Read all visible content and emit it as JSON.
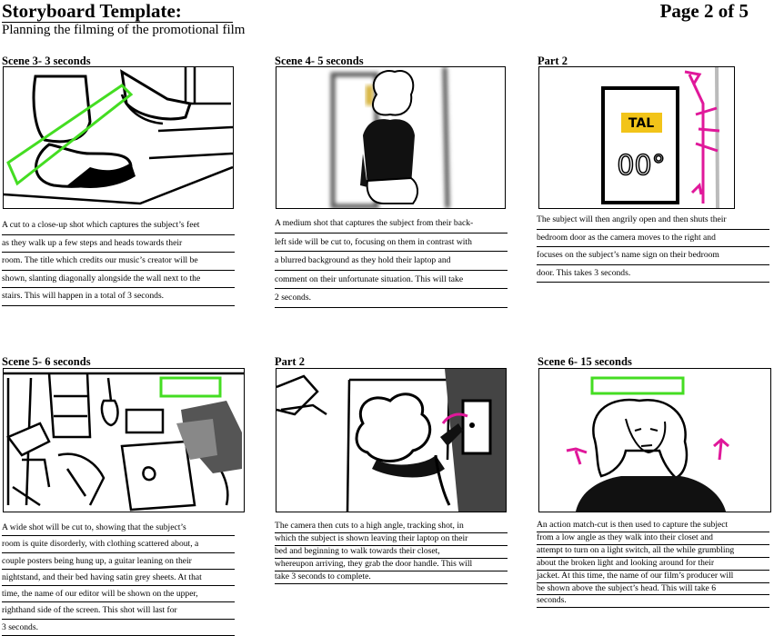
{
  "header": {
    "title": "Storyboard Template:",
    "subtitle": "Planning the filming of the promotional film",
    "page": "Page 2 of 5"
  },
  "panels": [
    {
      "label": "Scene 3- 3 seconds",
      "lines": [
        "A cut to a close-up shot which captures the subject’s feet",
        "as they walk up a few steps and heads towards their",
        "room. The title which credits our music’s creator will be",
        "shown, slanting diagonally alongside the wall next to the",
        "stairs. This will happen in a total of 3 seconds."
      ]
    },
    {
      "label": "Scene 4- 5 seconds",
      "lines": [
        "A medium shot that captures the subject from their back-",
        "left side will be cut to, focusing on them in contrast with",
        "a blurred background as they hold their laptop and",
        "comment on their unfortunate situation. This will take",
        "2 seconds."
      ]
    },
    {
      "label": "Part 2",
      "lines": [
        "The subject will then angrily open and then shuts their",
        "bedroom door as the camera moves to the right and",
        "focuses on the subject’s name sign on their bedroom",
        "door. This takes 3 seconds."
      ]
    },
    {
      "label": "Scene 5- 6 seconds",
      "lines": [
        "A wide shot will be cut to, showing that the subject’s",
        "room is quite disorderly, with clothing scattered about, a",
        "couple posters being hung up, a guitar leaning on their",
        "nightstand, and their bed having satin grey sheets. At that",
        "time, the name of our editor will be shown on the upper,",
        "righthand side of the screen. This shot will last for",
        "3 seconds."
      ]
    },
    {
      "label": "Part 2",
      "lines": [
        "The camera then cuts to a high angle, tracking shot, in",
        "which the subject is shown leaving their laptop on their",
        "bed and beginning to walk towards their closet,",
        "whereupon arriving, they grab the door handle. This will",
        "take 3 seconds to complete."
      ]
    },
    {
      "label": "Scene 6- 15 seconds",
      "lines": [
        "An action match-cut is then used to capture the subject",
        "from a low angle as they walk into their closet and",
        "attempt to turn on a light switch, all the while grumbling",
        "about the broken light and looking around for their",
        "jacket. At this time, the name of our film’s producer will",
        "be shown above the subject’s head. This will take 6",
        "seconds."
      ]
    }
  ],
  "sketch_text": {
    "door_sign": "TAL",
    "door_number": "00°"
  },
  "colors": {
    "highlight_green": "#44dd22",
    "highlight_magenta": "#e0189a",
    "sign_yellow": "#f2c419"
  }
}
